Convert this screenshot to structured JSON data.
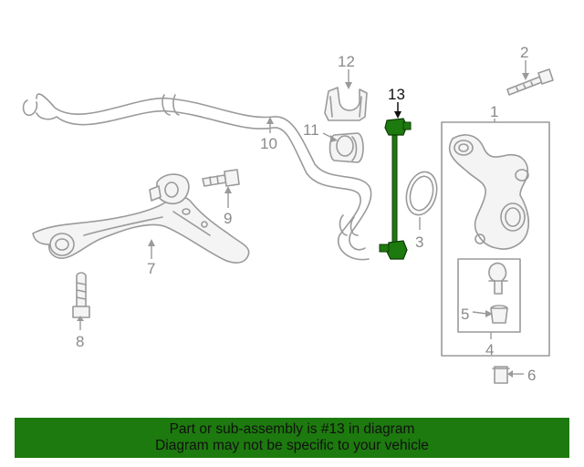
{
  "callouts": {
    "c1": "1",
    "c2": "2",
    "c3": "3",
    "c4": "4",
    "c5": "5",
    "c6": "6",
    "c7": "7",
    "c8": "8",
    "c9": "9",
    "c10": "10",
    "c11": "11",
    "c12": "12",
    "c13": "13"
  },
  "highlight_color": "#1d7a0e",
  "banner": {
    "line1": "Part or sub-assembly is #13 in diagram",
    "line2": "Diagram may not be specific to your vehicle"
  }
}
